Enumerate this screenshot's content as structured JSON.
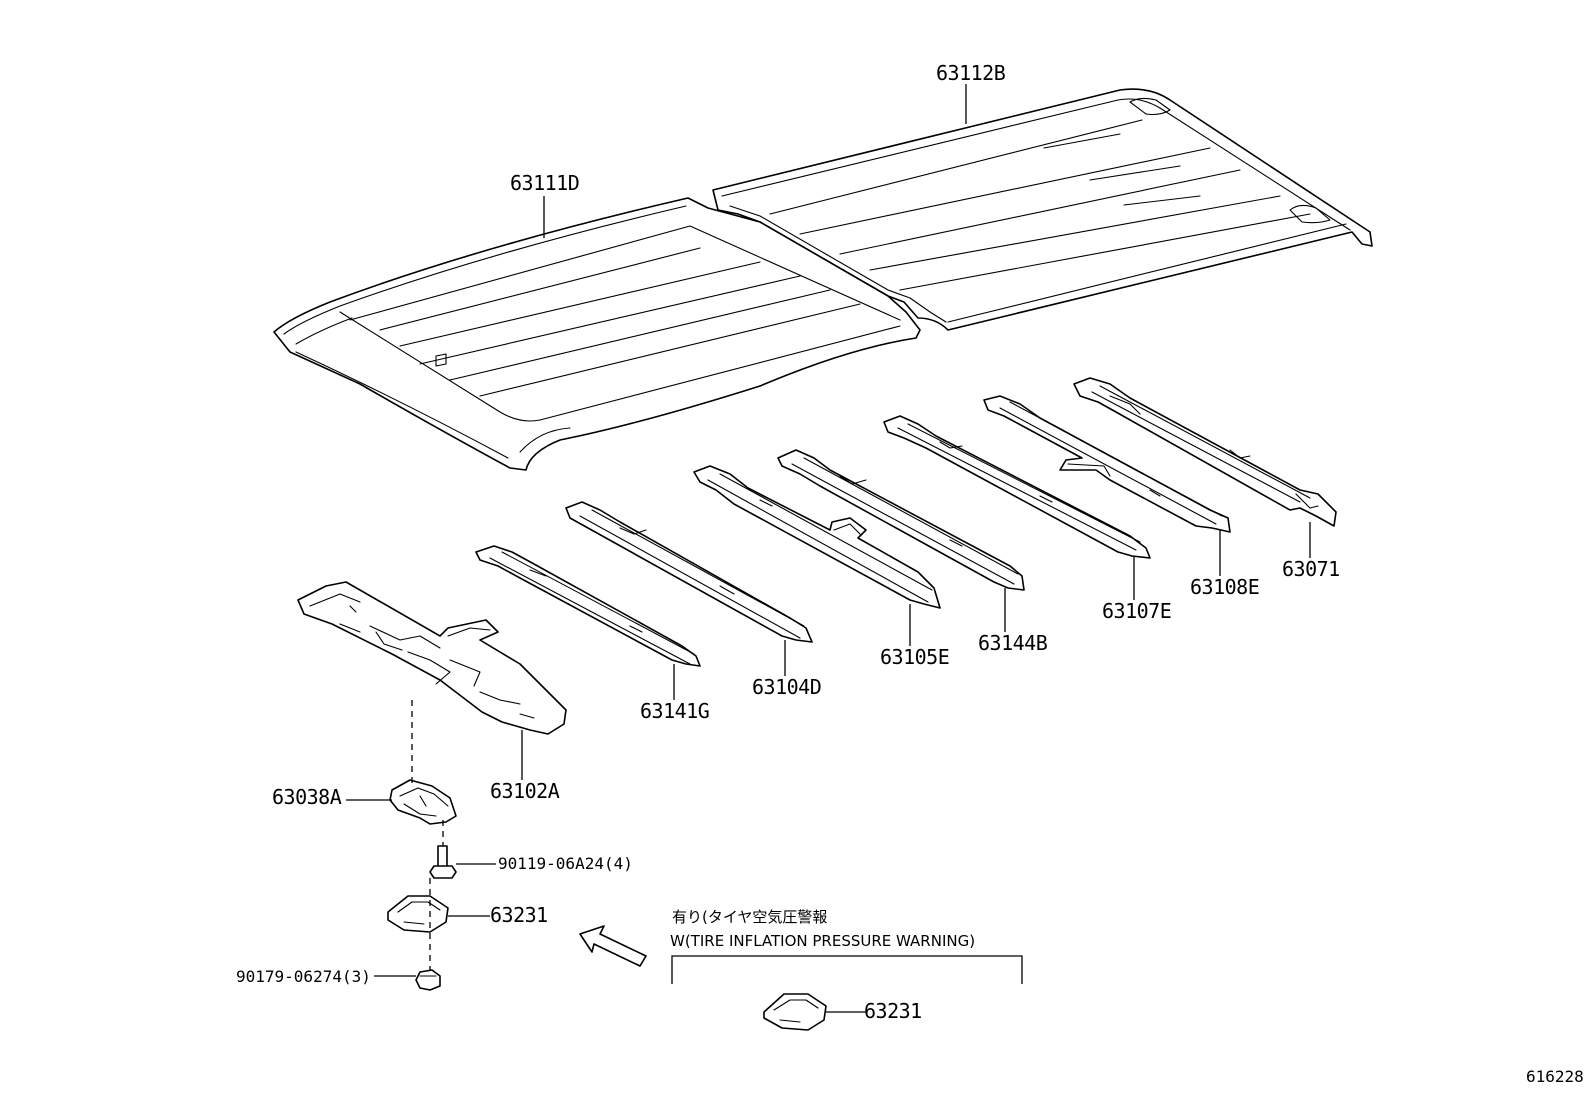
{
  "parts": {
    "roof_rear": "63112B",
    "roof_front": "63111D",
    "bow_1": "63141G",
    "bow_2": "63104D",
    "bow_3": "63105E",
    "bow_4": "63144B",
    "bow_5": "63107E",
    "bow_6": "63108E",
    "bow_7": "63071",
    "front_header": "63102A",
    "bracket": "63038A",
    "bolt": "90119-06A24(4)",
    "plate": "63231",
    "nut": "90179-06274(3)",
    "plate_alt": "63231"
  },
  "note": {
    "line1": "有り(タイヤ空気圧警報",
    "line2": "W(TIRE INFLATION PRESSURE WARNING)"
  },
  "diagram_id": "616228"
}
